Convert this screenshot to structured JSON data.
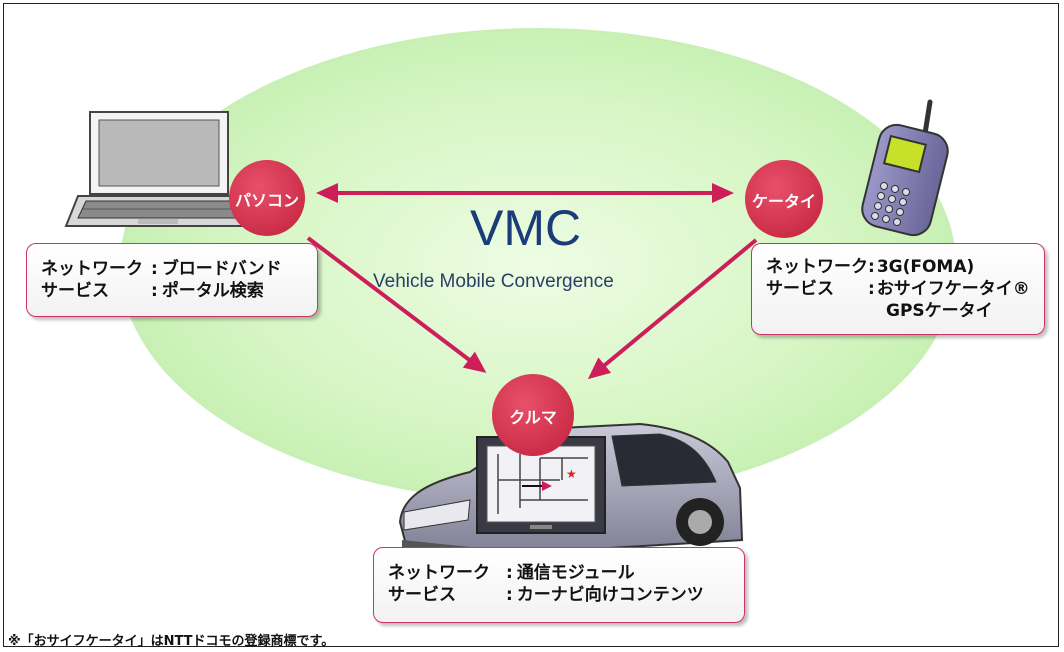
{
  "title": {
    "main": "VMC",
    "sub": "Vehicle Mobile Convergence"
  },
  "nodes": {
    "pc": {
      "badge": "パソコン",
      "network_label": "ネットワーク",
      "network_value": "ブロードバンド",
      "service_label": "サービス",
      "service_value": "ポータル検索"
    },
    "mobile": {
      "badge": "ケータイ",
      "network_label": "ネットワーク",
      "network_value": "3G(FOMA)",
      "service_label": "サービス",
      "service_value": "おサイフケータイ®",
      "service_value2": "GPSケータイ"
    },
    "car": {
      "badge": "クルマ",
      "network_label": "ネットワーク",
      "network_value": "通信モジュール",
      "service_label": "サービス",
      "service_value": "カーナビ向けコンテンツ"
    }
  },
  "colon": ":",
  "footnote": "※「おサイフケータイ」はNTTドコモの登録商標です。",
  "colors": {
    "ellipse": "#d4f5c0",
    "badge": "#d2334a",
    "arrow": "#cc1f5a",
    "box_border": "#cc3366",
    "title": "#1a3d7a"
  }
}
